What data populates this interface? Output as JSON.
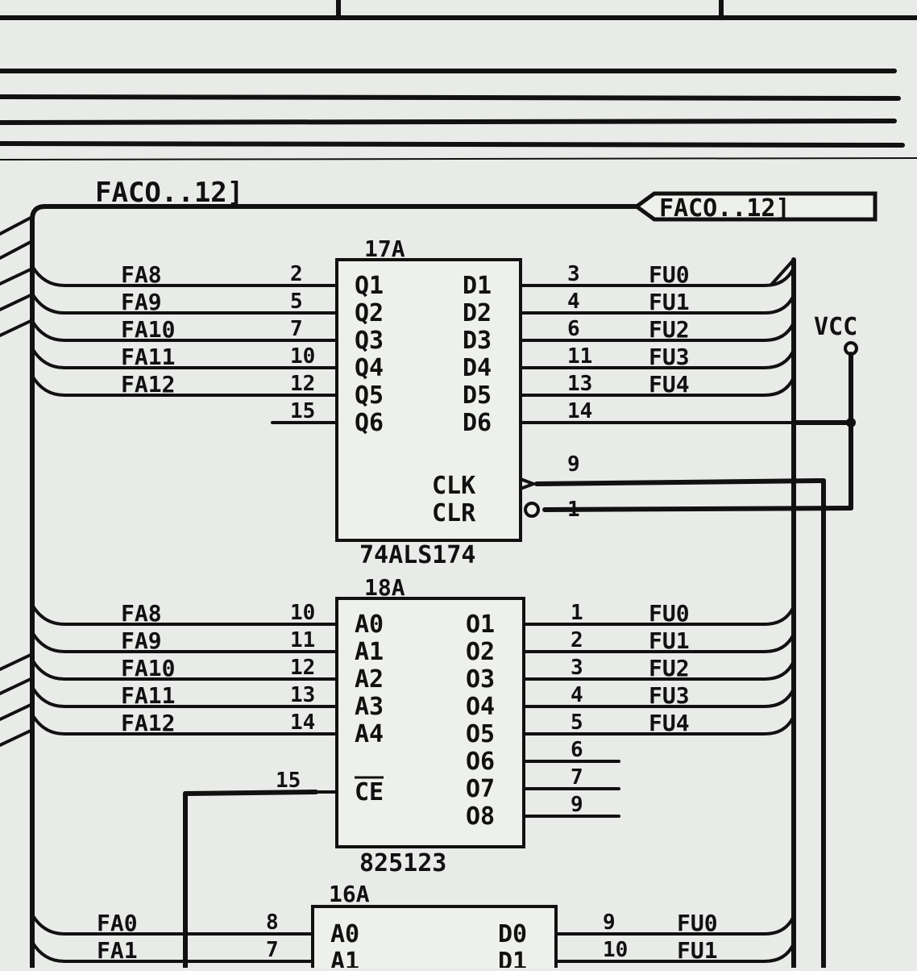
{
  "bus": {
    "label_left": "FACO..12]",
    "label_port": "FACO..12]"
  },
  "power": {
    "label": "VCC"
  },
  "chips": {
    "c17a": {
      "ref": "17A",
      "part": "74ALS174",
      "inputs": [
        {
          "signal": "FA8",
          "pin": "2",
          "name": "Q1"
        },
        {
          "signal": "FA9",
          "pin": "5",
          "name": "Q2"
        },
        {
          "signal": "FA10",
          "pin": "7",
          "name": "Q3"
        },
        {
          "signal": "FA11",
          "pin": "10",
          "name": "Q4"
        },
        {
          "signal": "FA12",
          "pin": "12",
          "name": "Q5"
        },
        {
          "signal": "",
          "pin": "15",
          "name": "Q6"
        }
      ],
      "outputs": [
        {
          "name": "D1",
          "pin": "3",
          "signal": "FU0"
        },
        {
          "name": "D2",
          "pin": "4",
          "signal": "FU1"
        },
        {
          "name": "D3",
          "pin": "6",
          "signal": "FU2"
        },
        {
          "name": "D4",
          "pin": "11",
          "signal": "FU3"
        },
        {
          "name": "D5",
          "pin": "13",
          "signal": "FU4"
        },
        {
          "name": "D6",
          "pin": "14",
          "signal": ""
        }
      ],
      "clk": {
        "name": "CLK",
        "pin": "9"
      },
      "clr": {
        "name": "CLR",
        "pin": "1"
      }
    },
    "c18a": {
      "ref": "18A",
      "part": "825123",
      "inputs": [
        {
          "signal": "FA8",
          "pin": "10",
          "name": "A0"
        },
        {
          "signal": "FA9",
          "pin": "11",
          "name": "A1"
        },
        {
          "signal": "FA10",
          "pin": "12",
          "name": "A2"
        },
        {
          "signal": "FA11",
          "pin": "13",
          "name": "A3"
        },
        {
          "signal": "FA12",
          "pin": "14",
          "name": "A4"
        }
      ],
      "ce": {
        "name": "CE",
        "pin": "15"
      },
      "outputs": [
        {
          "name": "O1",
          "pin": "1",
          "signal": "FU0"
        },
        {
          "name": "O2",
          "pin": "2",
          "signal": "FU1"
        },
        {
          "name": "O3",
          "pin": "3",
          "signal": "FU2"
        },
        {
          "name": "O4",
          "pin": "4",
          "signal": "FU3"
        },
        {
          "name": "O5",
          "pin": "5",
          "signal": "FU4"
        },
        {
          "name": "O6",
          "pin": "6",
          "signal": ""
        },
        {
          "name": "O7",
          "pin": "7",
          "signal": ""
        },
        {
          "name": "O8",
          "pin": "9",
          "signal": ""
        }
      ]
    },
    "c16a": {
      "ref": "16A",
      "inputs": [
        {
          "signal": "FA0",
          "pin": "8",
          "name": "A0"
        },
        {
          "signal": "FA1",
          "pin": "7",
          "name": "A1"
        }
      ],
      "outputs": [
        {
          "name": "D0",
          "pin": "9",
          "signal": "FU0"
        },
        {
          "name": "D1",
          "pin": "10",
          "signal": "FU1"
        }
      ]
    }
  }
}
